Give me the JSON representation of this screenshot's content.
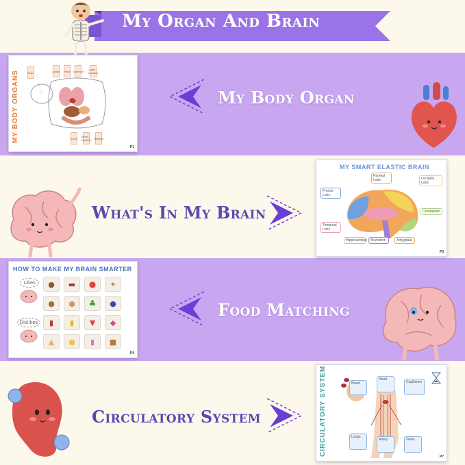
{
  "header": {
    "title": "My Organ And Brain"
  },
  "sections": [
    {
      "title": "My Body Organ",
      "card": {
        "vertical_title": "MY BODY ORGANS",
        "tags": [
          "Brain",
          "Lungs",
          "Heart",
          "Stomach",
          "Large Intestine",
          "Liver",
          "Small Intestine",
          "Kidneys"
        ],
        "page": "P1"
      }
    },
    {
      "title": "What's In My Brain",
      "card": {
        "title": "MY SMART ELASTIC BRAIN",
        "labels": [
          "Frontal Lobe",
          "Parietal Lobe",
          "Occipital Lobe",
          "Temporal Lobe",
          "Cerebellum",
          "Brainstem",
          "Hippocampus",
          "Amygdala"
        ],
        "page": "P3"
      }
    },
    {
      "title": "Food Matching",
      "card": {
        "title": "HOW TO MAKE MY BRAIN SMARTER",
        "likes": "Likes",
        "dislikes": "Dislikes",
        "page": "P4"
      }
    },
    {
      "title": "Circulatory System",
      "card": {
        "vertical_title": "CIRCULATORY SYSTEM",
        "labels": [
          "Blood",
          "Heart",
          "Capillaries",
          "Lungs",
          "Artery",
          "Veins"
        ],
        "page": "P7"
      }
    }
  ],
  "colors": {
    "purple_band": "#c8a7f0",
    "cream_band": "#fdf8ec",
    "arrow": "#6a3fd6",
    "title_purple": "#5a4ab0"
  }
}
